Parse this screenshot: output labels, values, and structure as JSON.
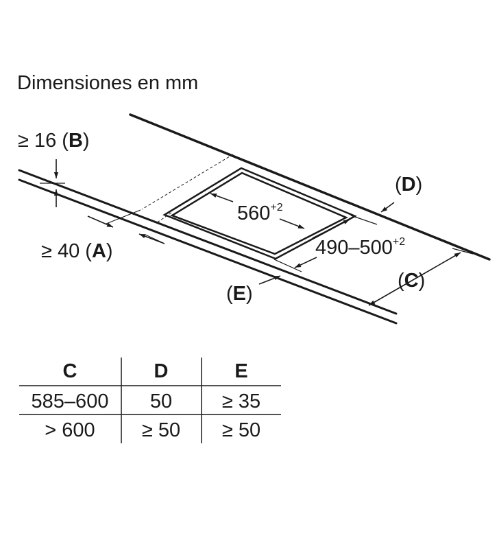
{
  "title": "Dimensiones en mm",
  "labels": {
    "b": {
      "prefix": "≥ 16 (",
      "letter": "B",
      "suffix": ")"
    },
    "a": {
      "prefix": "≥ 40 (",
      "letter": "A",
      "suffix": ")"
    },
    "d": {
      "prefix": "(",
      "letter": "D",
      "suffix": ")"
    },
    "c": {
      "prefix": "(",
      "letter": "C",
      "suffix": ")"
    },
    "e": {
      "prefix": "(",
      "letter": "E",
      "suffix": ")"
    },
    "width": {
      "value": "560",
      "sup": "+2"
    },
    "depth": {
      "value": "490–500",
      "sup": "+2"
    }
  },
  "table": {
    "headers": [
      "C",
      "D",
      "E"
    ],
    "rows": [
      [
        "585–600",
        "50",
        "≥ 35"
      ],
      [
        "> 600",
        "≥ 50",
        "≥ 50"
      ]
    ]
  }
}
